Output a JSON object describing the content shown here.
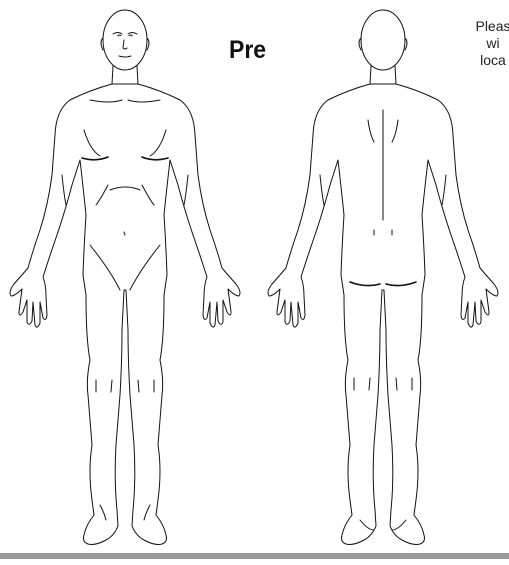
{
  "title": "Pre",
  "instructions": {
    "line1": "Pleas",
    "line2": "wi",
    "line3": "loca"
  },
  "figures": {
    "front_view": "front-body-outline",
    "back_view": "back-body-outline"
  },
  "colors": {
    "outline": "#111111",
    "ground_bar": "#9a9a9a",
    "background": "#ffffff"
  }
}
